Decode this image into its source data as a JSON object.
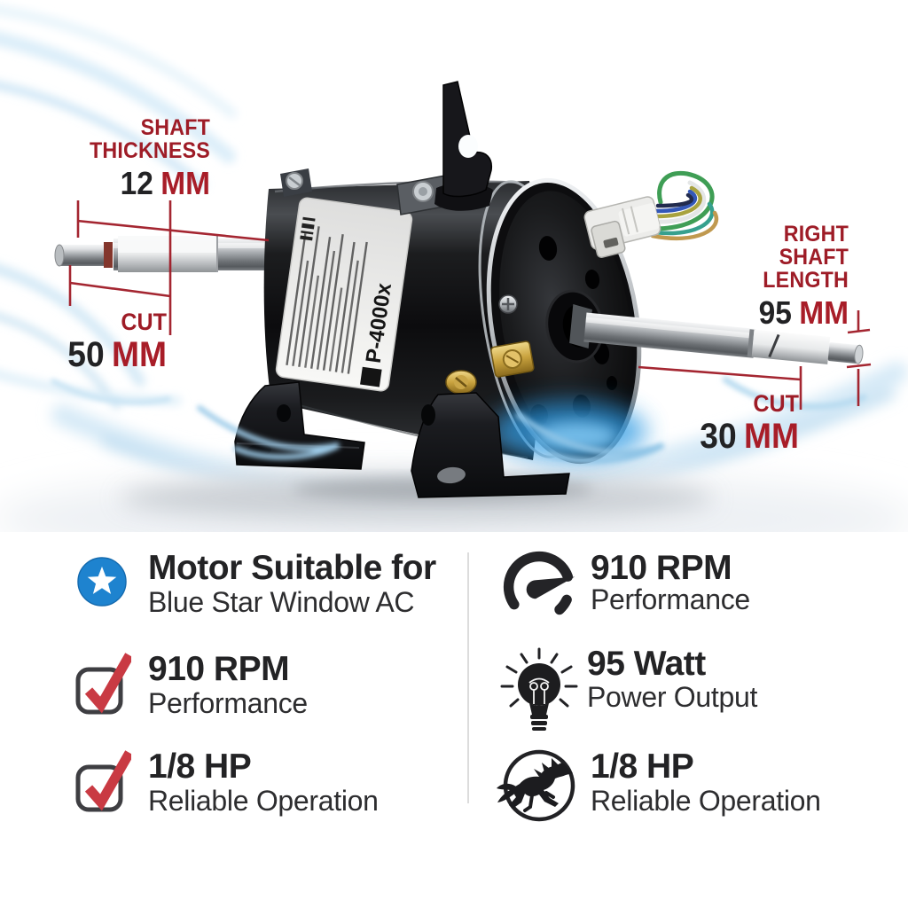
{
  "hero": {
    "motor_model": "P-4000x",
    "left_dim": {
      "label1": "SHAFT",
      "label2": "THICKNESS",
      "number": "12",
      "unit": "MM",
      "cut_label": "CUT",
      "cut_number": "50",
      "cut_unit": "MM"
    },
    "right_dim": {
      "label1": "RIGHT",
      "label2": "SHAFT LENGTH",
      "number": "95",
      "unit": "MM",
      "cut_label": "CUT",
      "cut_number": "30",
      "cut_unit": "MM"
    }
  },
  "features": {
    "left": [
      {
        "icon": "blue-star-badge-icon",
        "title": "Motor Suitable for",
        "subtitle": "Blue Star Window AC"
      },
      {
        "icon": "red-checkbox-icon",
        "title": "910 RPM",
        "subtitle": "Performance"
      },
      {
        "icon": "red-checkbox-icon",
        "title": "1/8 HP",
        "subtitle": "Reliable Operation"
      }
    ],
    "right": [
      {
        "icon": "speedometer-icon",
        "title": "910 RPM",
        "subtitle": "Performance"
      },
      {
        "icon": "lightbulb-icon",
        "title": "95 Watt",
        "subtitle": "Power Output"
      },
      {
        "icon": "horse-icon",
        "title": "1/8 HP",
        "subtitle": "Reliable Operation"
      }
    ]
  },
  "colors": {
    "accent_red": "#9e1c27",
    "unit_red": "#a81d28",
    "number_black": "#222224",
    "badge_blue": "#1e83cf",
    "check_red": "#c93a43",
    "icon_dark": "#222225",
    "divider_gray": "#dcdcdc",
    "airflow_blue": "#bcdcf1",
    "glow_blue": "#2f9ae2"
  }
}
